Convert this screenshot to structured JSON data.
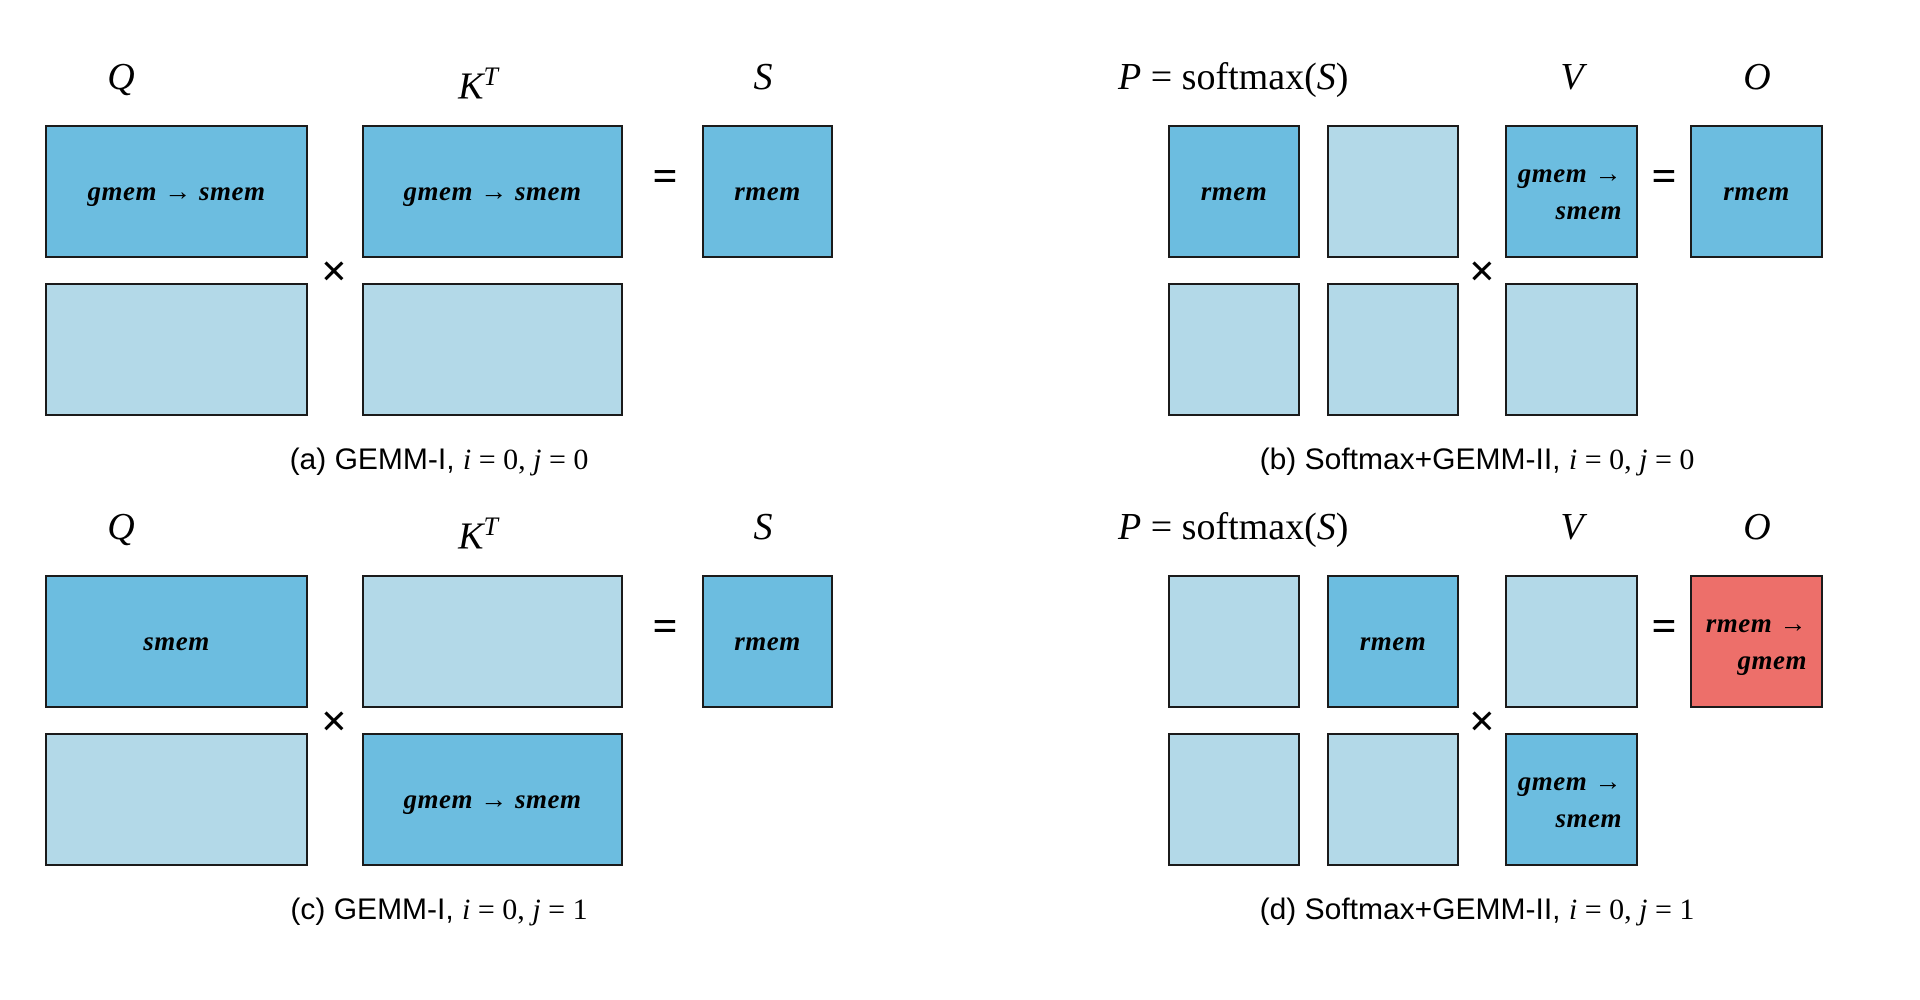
{
  "figure": {
    "background": "#ffffff",
    "colors": {
      "active": "#6cbde0",
      "inactive": "#b3d9e8",
      "output": "#ed6f6a",
      "border": "#1b1b1b",
      "text": "#000000"
    },
    "operators": {
      "times": "×",
      "equals": "="
    },
    "panels": {
      "a": {
        "labels": {
          "q": "Q",
          "k_base": "K",
          "k_sup": "T",
          "s": "S"
        },
        "blocks": {
          "q_top": {
            "state": "active",
            "line1": "gmem → smem"
          },
          "q_bottom": {
            "state": "inactive"
          },
          "k_top": {
            "state": "active",
            "line1": "gmem → smem"
          },
          "k_bottom": {
            "state": "inactive"
          },
          "s": {
            "state": "active",
            "line1": "rmem"
          }
        },
        "caption": {
          "p0": "(a) GEMM-I, ",
          "vi": "i",
          "p1": " = 0, ",
          "vj": "j",
          "p2": " = 0"
        }
      },
      "b": {
        "labels": {
          "p_var": "P",
          "p_mid": " = softmax(",
          "p_s": "S",
          "p_close": ")",
          "v": "V",
          "o": "O"
        },
        "blocks": {
          "p_tl": {
            "state": "active",
            "line1": "rmem"
          },
          "p_tr": {
            "state": "inactive"
          },
          "p_bl": {
            "state": "inactive"
          },
          "p_br": {
            "state": "inactive"
          },
          "v_top": {
            "state": "active",
            "line1": "gmem →",
            "line2": "smem"
          },
          "v_bottom": {
            "state": "inactive"
          },
          "o": {
            "state": "active",
            "line1": "rmem"
          }
        },
        "caption": {
          "p0": "(b) Softmax+GEMM-II, ",
          "vi": "i",
          "p1": " = 0, ",
          "vj": "j",
          "p2": " = 0"
        }
      },
      "c": {
        "labels": {
          "q": "Q",
          "k_base": "K",
          "k_sup": "T",
          "s": "S"
        },
        "blocks": {
          "q_top": {
            "state": "active",
            "line1": "smem"
          },
          "q_bottom": {
            "state": "inactive"
          },
          "k_top": {
            "state": "inactive"
          },
          "k_bottom": {
            "state": "active",
            "line1": "gmem → smem"
          },
          "s": {
            "state": "active",
            "line1": "rmem"
          }
        },
        "caption": {
          "p0": "(c) GEMM-I, ",
          "vi": "i",
          "p1": " = 0, ",
          "vj": "j",
          "p2": " = 1"
        }
      },
      "d": {
        "labels": {
          "p_var": "P",
          "p_mid": " = softmax(",
          "p_s": "S",
          "p_close": ")",
          "v": "V",
          "o": "O"
        },
        "blocks": {
          "p_tl": {
            "state": "inactive"
          },
          "p_tr": {
            "state": "active",
            "line1": "rmem"
          },
          "p_bl": {
            "state": "inactive"
          },
          "p_br": {
            "state": "inactive"
          },
          "v_top": {
            "state": "inactive"
          },
          "v_bottom": {
            "state": "active",
            "line1": "gmem →",
            "line2": "smem"
          },
          "o": {
            "state": "output",
            "line1": "rmem →",
            "line2": "gmem"
          }
        },
        "caption": {
          "p0": "(d) Softmax+GEMM-II, ",
          "vi": "i",
          "p1": " = 0, ",
          "vj": "j",
          "p2": " = 1"
        }
      }
    }
  }
}
